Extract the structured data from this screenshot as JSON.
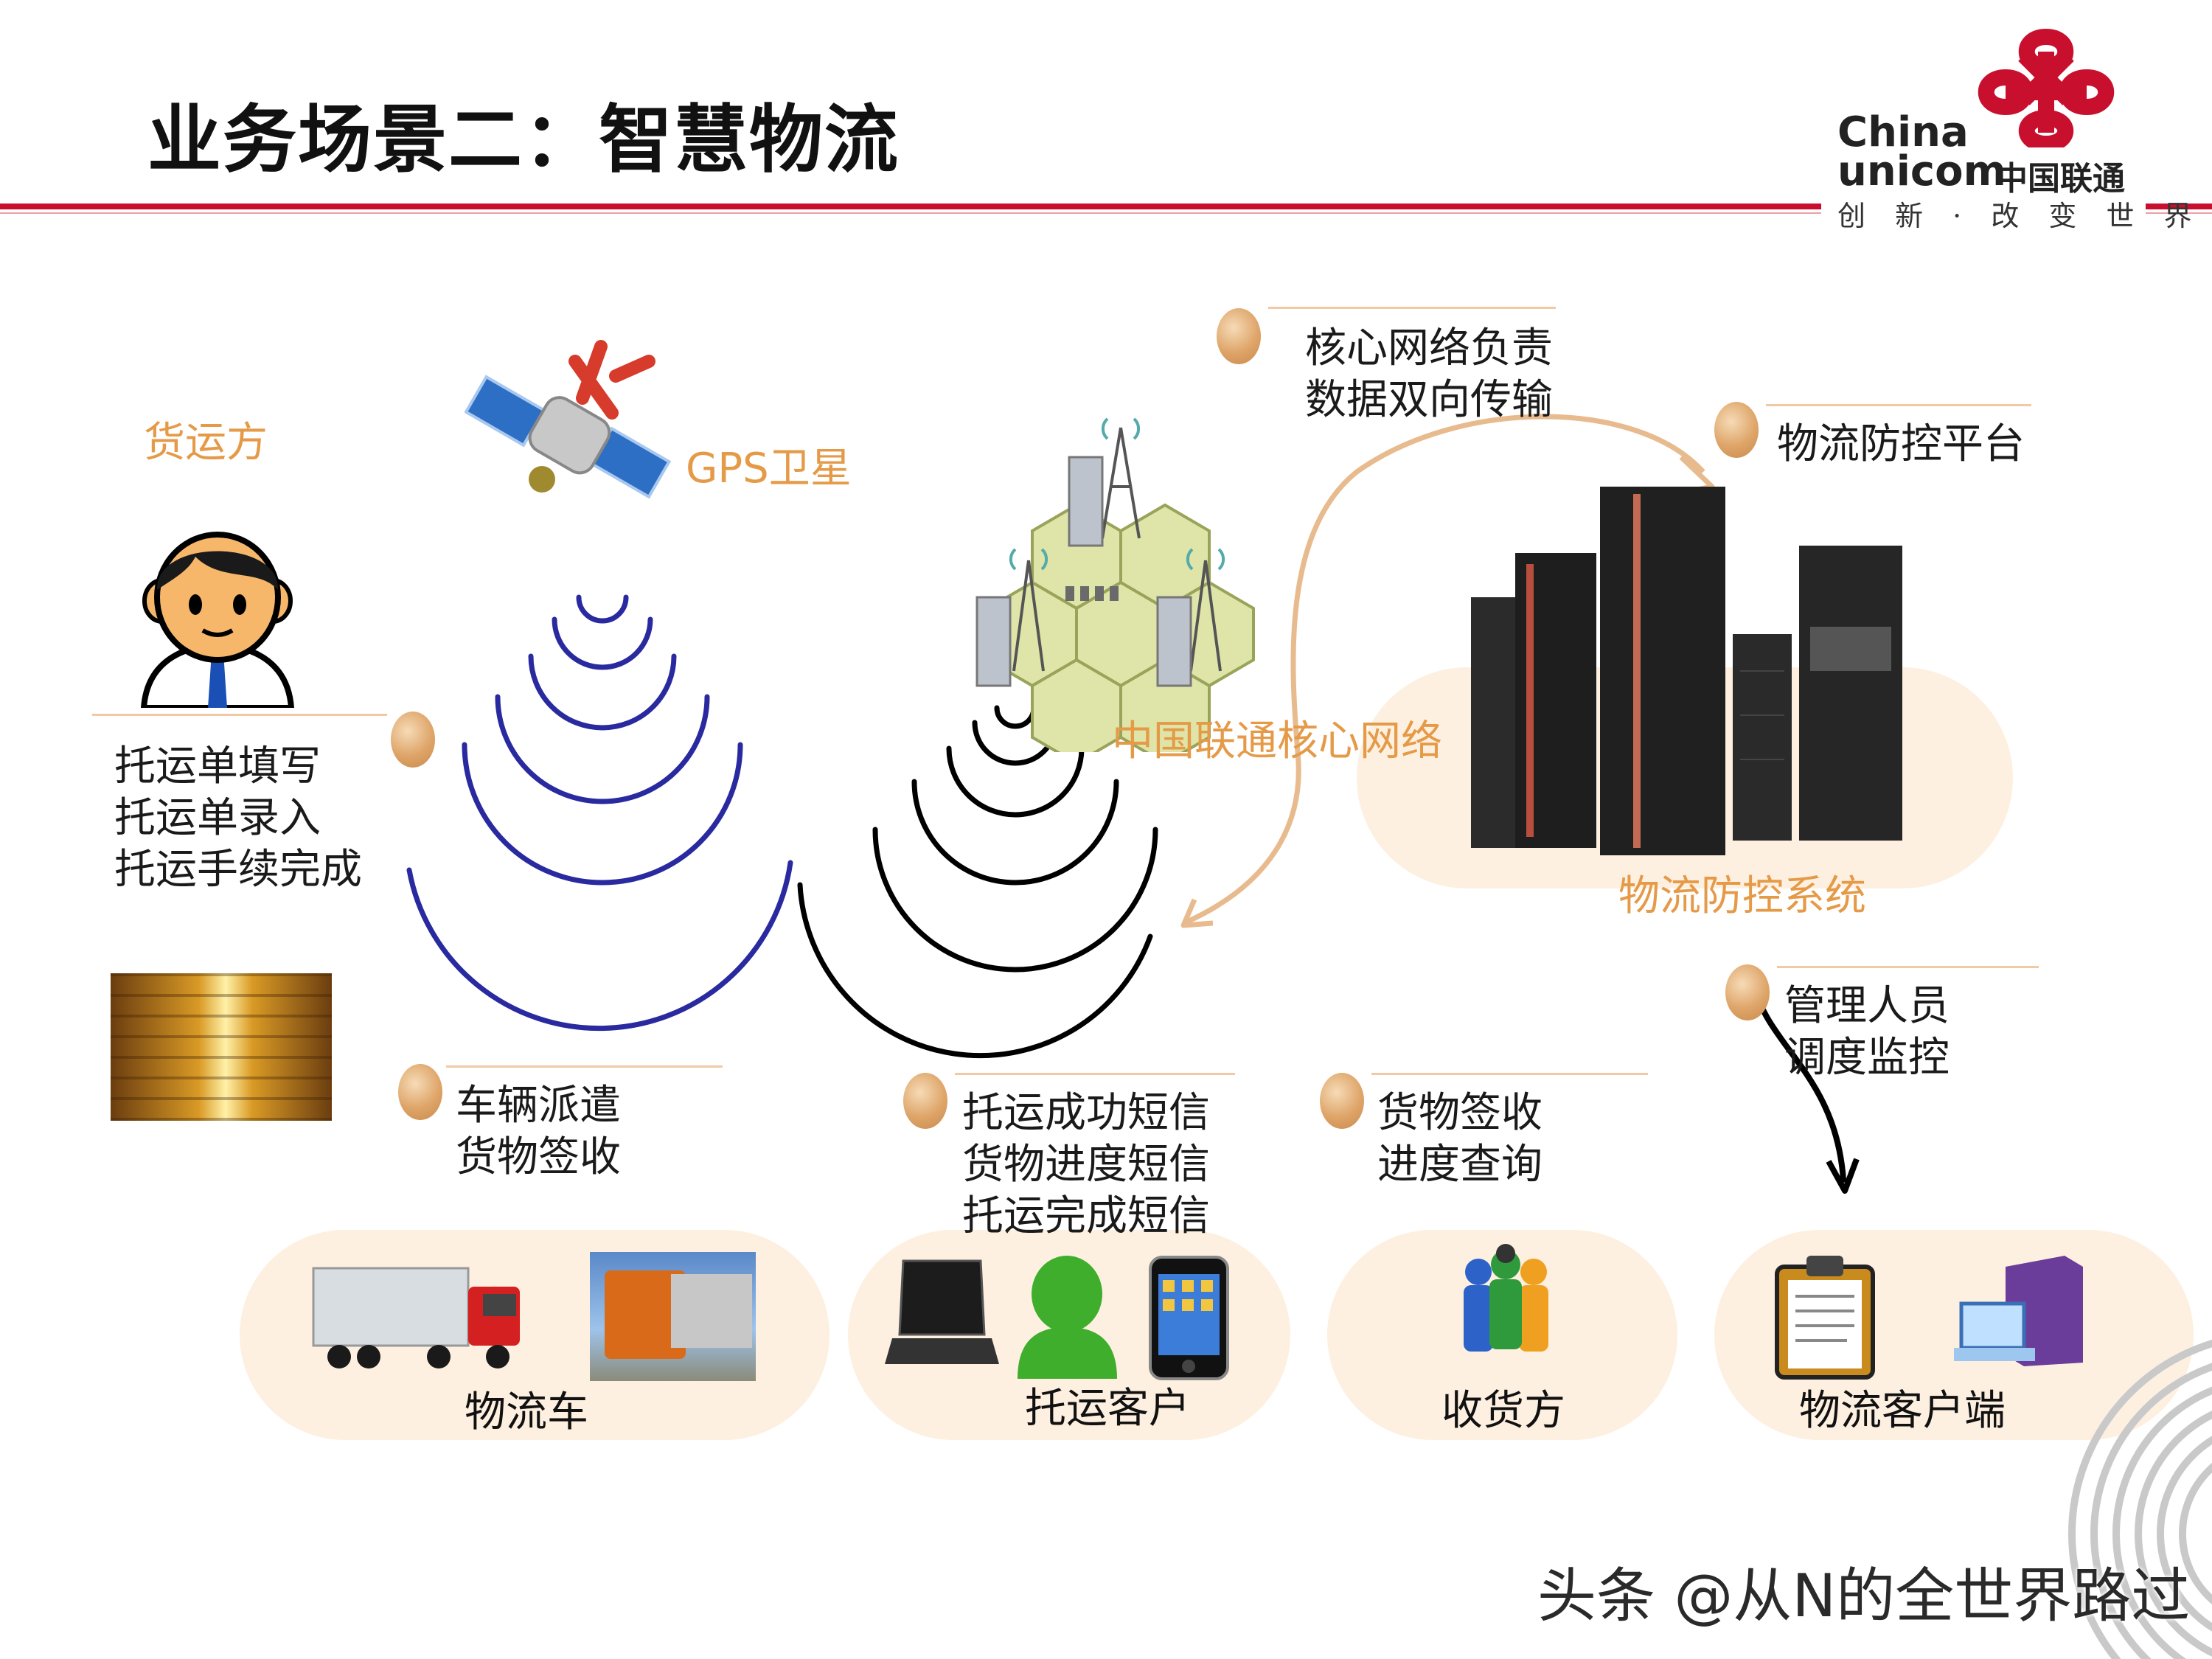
{
  "title": "业务场景二：智慧物流",
  "logo": {
    "line1": "China",
    "line2": "unicom",
    "cn": "中国联通",
    "slogan": "创 新 · 改 变 世 界",
    "brand_color": "#c8102e"
  },
  "colors": {
    "accent_orange": "#e59a48",
    "signal_blue": "#2a2aa0",
    "signal_black": "#000000",
    "pill": "#fdf0e0",
    "red": "#c8102e"
  },
  "labels": {
    "shipper": "货运方",
    "gps": "GPS卫星",
    "core_network": "中国联通核心网络",
    "control_system": "物流防控系统"
  },
  "notes": {
    "shipper_steps": "托运单填写\n托运单录入\n托运手续完成",
    "core_desc": "核心网络负责\n数据双向传输",
    "platform": "物流防控平台",
    "manager": "管理人员\n调度监控",
    "vehicle": "车辆派遣\n货物签收",
    "sms": "托运成功短信\n货物进度短信\n托运完成短信",
    "receive": "货物签收\n进度查询"
  },
  "endpoints": {
    "truck": "物流车",
    "customer": "托运客户",
    "receiver": "收货方",
    "client": "物流客户端"
  },
  "watermark": "头条 @从N的全世界路过"
}
